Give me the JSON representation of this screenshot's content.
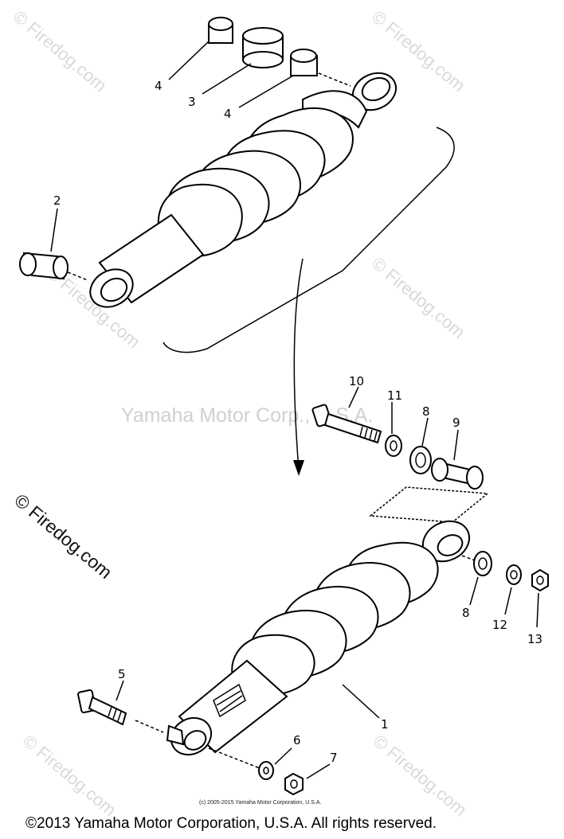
{
  "watermarks": {
    "firedog": "© Firedog.com",
    "center": "Yamaha Motor Corp., U.S.A.",
    "side": "© Firedog.com"
  },
  "callouts": {
    "c1": "1",
    "c2": "2",
    "c3": "3",
    "c4a": "4",
    "c4b": "4",
    "c5": "5",
    "c6": "6",
    "c7": "7",
    "c8a": "8",
    "c8b": "8",
    "c9": "9",
    "c10": "10",
    "c11": "11",
    "c12": "12",
    "c13": "13"
  },
  "credit_small": "(c) 2005-2015 Yamaha Motor Corporation, U.S.A.",
  "footer": "©2013 Yamaha Motor Corporation, U.S.A. All rights reserved."
}
